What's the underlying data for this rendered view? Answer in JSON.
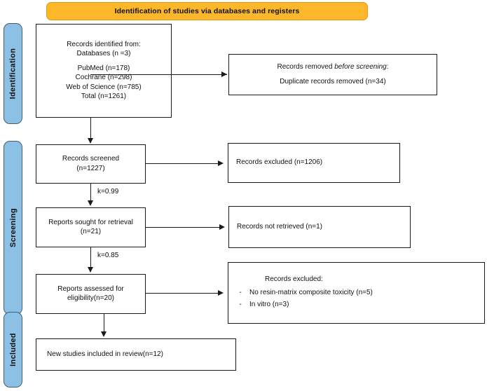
{
  "diagram": {
    "title": "Identification of studies via databases and registers",
    "type": "PRISMA flow diagram"
  },
  "stages": [
    {
      "label": "Identification"
    },
    {
      "label": "Screening"
    },
    {
      "label": "Included"
    }
  ],
  "boxes": {
    "identified": {
      "lines": [
        "Records identified from:",
        "Databases (n =3)",
        "PubMed (n=178)",
        "Cochrane (n=298)",
        "Web of Science (n=785)",
        "Total (n=1261)"
      ]
    },
    "removed": {
      "line1_prefix": "Records removed ",
      "line1_italic": "before screening",
      "line1_suffix": ":",
      "line2": "Duplicate records removed (n=34)"
    },
    "screened": {
      "line1": "Records screened",
      "line2": "(n=1227)"
    },
    "excluded_screening": {
      "line1": "Records excluded (n=1206)"
    },
    "sought": {
      "line1": "Reports sought for retrieval",
      "line2": "(n=21)"
    },
    "not_retrieved": {
      "line1": "Records not retrieved (n=1)"
    },
    "assessed": {
      "line1": "Reports assessed for",
      "line2": "eligibility(n=20)"
    },
    "excluded_reasons": {
      "heading": "Records excluded:",
      "dash": "-",
      "items": [
        "No resin-matrix composite toxicity (n=5)",
        "In vitro (n=3)"
      ]
    },
    "included": {
      "line1": "New studies included in review(n=12)"
    }
  },
  "annotations": {
    "kappa_screening": "k=0.99",
    "kappa_eligibility": "k=0.85"
  },
  "colors": {
    "banner": "#FCB72B",
    "rail": "#8CC0E4",
    "box_border": "#1a1a1a",
    "text": "#111111",
    "background": "#ffffff"
  }
}
